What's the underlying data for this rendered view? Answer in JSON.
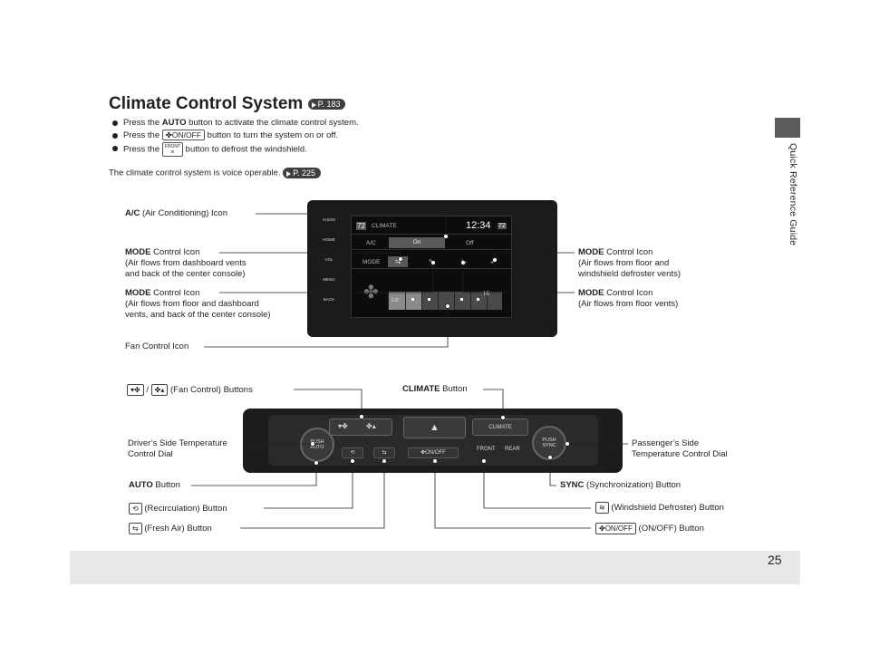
{
  "page": {
    "number": "25",
    "side_label": "Quick Reference Guide",
    "title": "Climate Control System",
    "title_ref": "P. 183",
    "bullets": [
      {
        "pre": "Press the ",
        "bold": "AUTO",
        "post": " button to activate the climate control system."
      },
      {
        "pre": "Press the ",
        "icon": "ON/OFF",
        "post": " button to turn the system on or off."
      },
      {
        "pre": "Press the ",
        "icon": "FRONT",
        "post": " button to defrost the windshield."
      }
    ],
    "voice_text": "The climate control system is voice operable.",
    "voice_ref": "P. 225"
  },
  "screen": {
    "sidebar": [
      "AUDIO",
      "HOME",
      "VOL",
      "MENU",
      "BACK"
    ],
    "temp_left": "72",
    "climate_label": "CLIMATE",
    "clock": "12:34",
    "temp_right": "72",
    "ac_label": "A/C",
    "ac_on": "On",
    "ac_off": "Off",
    "mode_label": "MODE",
    "fan_lo": "Lo",
    "fan_hi": "Hi",
    "fan_level_of_7": 2
  },
  "panel": {
    "climate_button": "CLIMATE",
    "on_off": "ON/OFF",
    "dial_left_top": "PUSH",
    "dial_left": "AUTO",
    "dial_right_top": "PUSH",
    "dial_right": "SYNC",
    "front": "FRONT",
    "rear": "REAR"
  },
  "callouts": {
    "ac_icon": {
      "bold": "A/C",
      "text": " (Air Conditioning) Icon"
    },
    "mode_dash": {
      "bold": "MODE",
      "text": " Control Icon",
      "lines": [
        "(Air flows from dashboard vents",
        "and back of the center console)"
      ]
    },
    "mode_floor_dash": {
      "bold": "MODE",
      "text": " Control Icon",
      "lines": [
        "(Air flows from floor and dashboard",
        "vents, and back of the center console)"
      ]
    },
    "fan_icon": {
      "text": "Fan Control Icon"
    },
    "mode_floor_wind": {
      "bold": "MODE",
      "text": " Control Icon",
      "lines": [
        "(Air flows from floor and",
        "windshield defroster vents)"
      ]
    },
    "mode_floor": {
      "bold": "MODE",
      "text": " Control Icon",
      "lines": [
        "(Air flows from floor vents)"
      ]
    },
    "fan_buttons": {
      "sep": " / ",
      "text": " (Fan Control) Buttons"
    },
    "climate_button": {
      "bold": "CLIMATE",
      "text": " Button"
    },
    "driver_dial": {
      "lines": [
        "Driver’s Side Temperature",
        "Control Dial"
      ]
    },
    "passenger_dial": {
      "lines": [
        "Passenger’s Side",
        "Temperature Control Dial"
      ]
    },
    "auto_button": {
      "bold": "AUTO",
      "text": " Button"
    },
    "sync_button": {
      "bold": "SYNC",
      "text": " (Synchronization) Button"
    },
    "recirc_button": {
      "text": " (Recirculation) Button"
    },
    "defrost_button": {
      "text": " (Windshield Defroster) Button"
    },
    "fresh_button": {
      "text": " (Fresh Air) Button"
    },
    "onoff_button": {
      "icon": "ON/OFF",
      "text": " (ON/OFF) Button"
    }
  }
}
